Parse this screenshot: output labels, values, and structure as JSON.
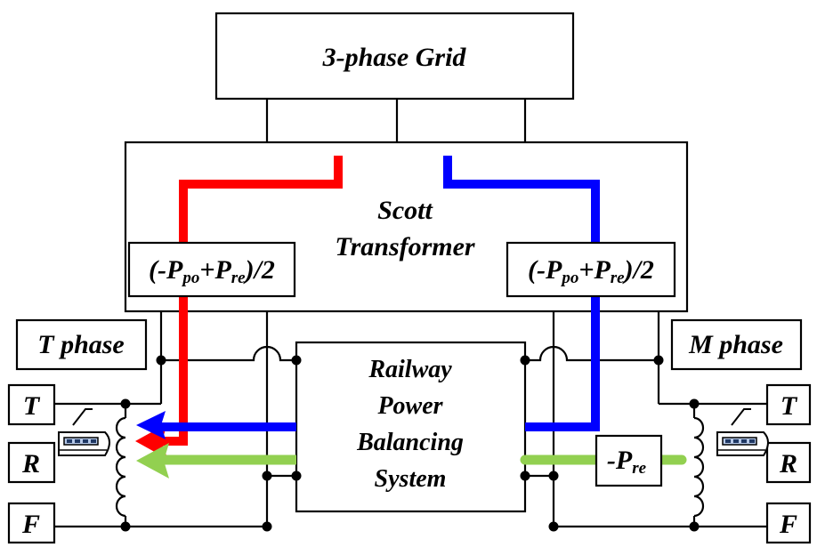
{
  "blocks": {
    "grid": "3-phase Grid",
    "scott_line1": "Scott",
    "scott_line2": "Transformer",
    "rpbs_line1": "Railway",
    "rpbs_line2": "Power",
    "rpbs_line3": "Balancing",
    "rpbs_line4": "System"
  },
  "phase_labels": {
    "left": "T phase",
    "right": "M phase"
  },
  "terminals": {
    "left": [
      "T",
      "R",
      "F"
    ],
    "right": [
      "T",
      "R",
      "F"
    ]
  },
  "power_labels": {
    "left": {
      "open": "(-P",
      "sub1": "po",
      "mid": "+P",
      "sub2": "re",
      "close": ")/2"
    },
    "right": {
      "open": "(-P",
      "sub1": "po",
      "mid": "+P",
      "sub2": "re",
      "close": ")/2"
    },
    "green": {
      "main": "-P",
      "sub": "re"
    }
  },
  "colors": {
    "red_flow": "#ff0000",
    "blue_flow": "#0000ff",
    "green_flow": "#92d050",
    "line": "#000000"
  },
  "icons": {
    "left_train": "train-icon",
    "right_train": "train-icon"
  }
}
